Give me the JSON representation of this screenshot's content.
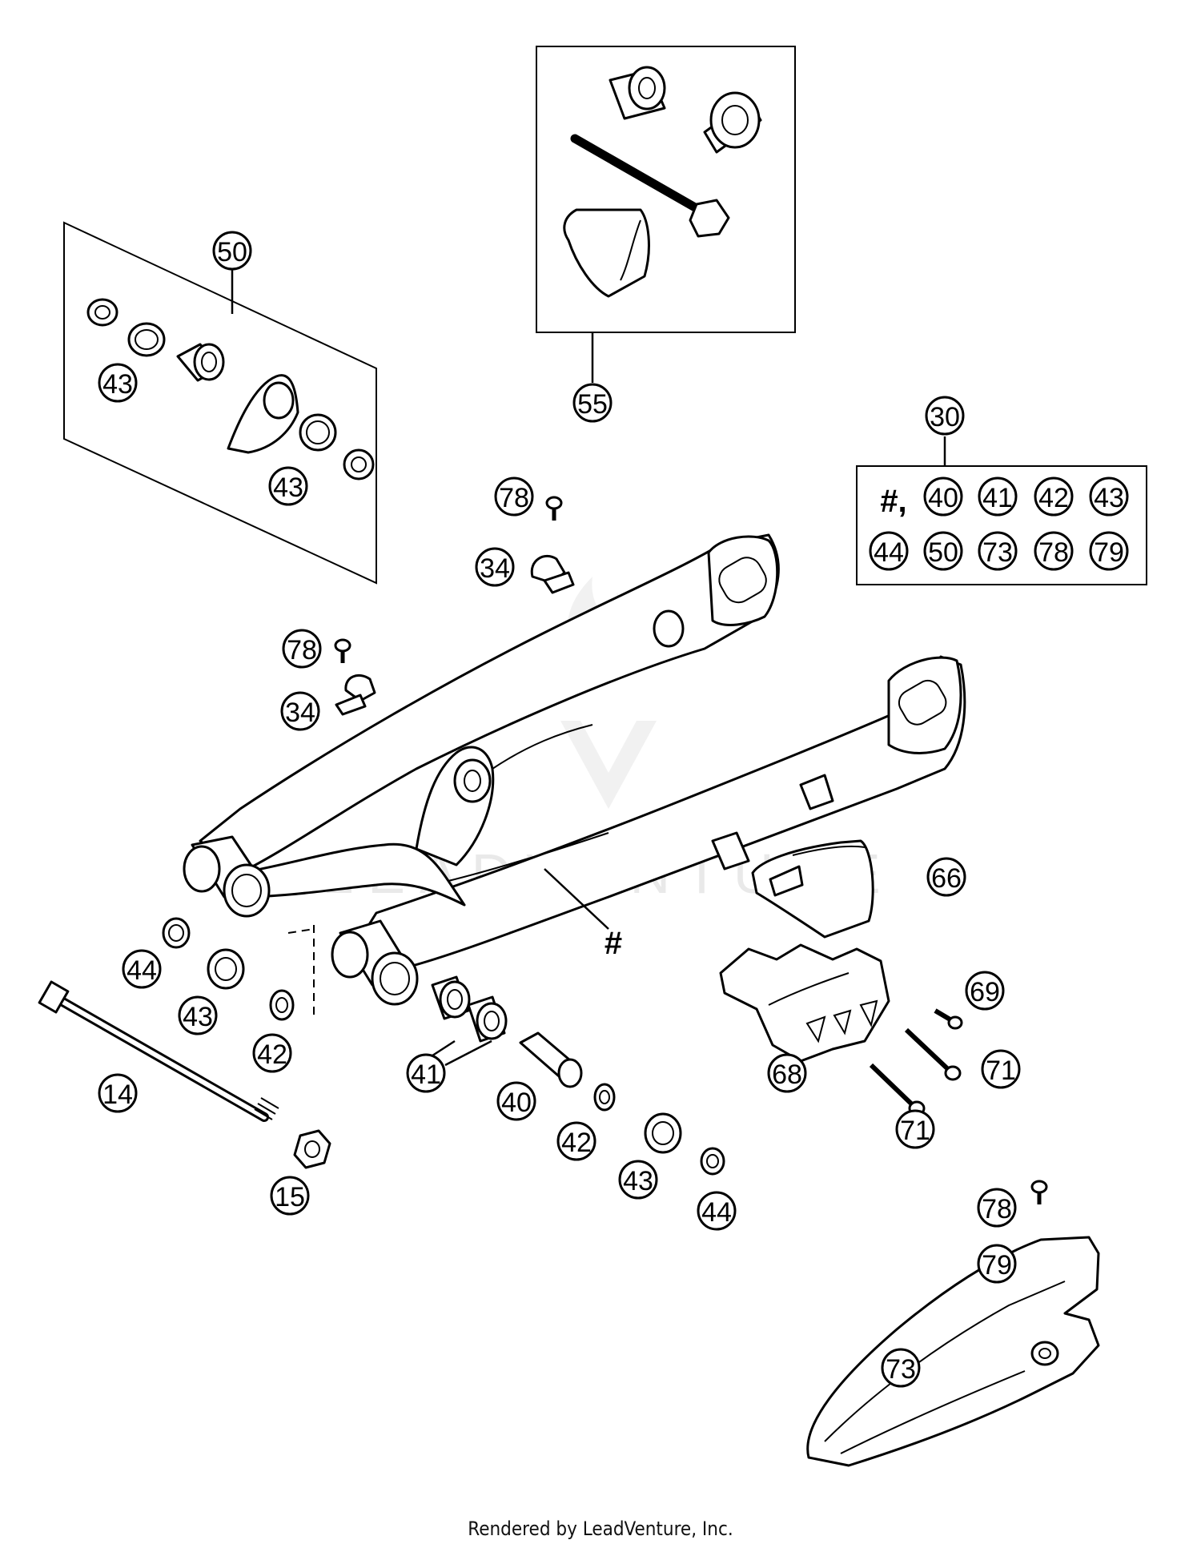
{
  "callouts": {
    "c50": "50",
    "c43a": "43",
    "c43b": "43",
    "c55": "55",
    "c30": "30",
    "c78a": "78",
    "c34a": "34",
    "c78b": "78",
    "c34b": "34",
    "c66": "66",
    "c44a": "44",
    "c43c": "43",
    "c42a": "42",
    "c14": "14",
    "c41": "41",
    "c40": "40",
    "c42b": "42",
    "c43d": "43",
    "c44b": "44",
    "c15": "15",
    "c69": "69",
    "c71a": "71",
    "c68": "68",
    "c71b": "71",
    "c78c": "78",
    "c79": "79",
    "c73": "73"
  },
  "kit_box": {
    "hash_label": "#,",
    "row1": [
      "40",
      "41",
      "42",
      "43"
    ],
    "row2": [
      "44",
      "50",
      "73",
      "78",
      "79"
    ]
  },
  "swingarm_label": "#",
  "watermark": "LEADVENTURE",
  "footer": "Rendered by LeadVenture, Inc."
}
